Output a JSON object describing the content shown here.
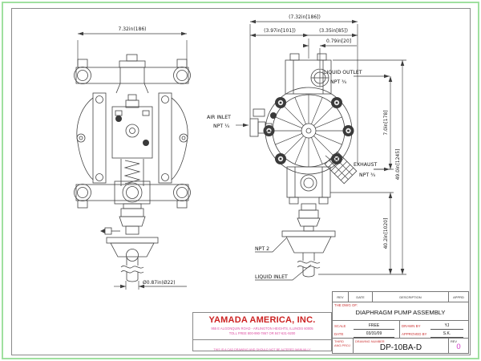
{
  "colors": {
    "frame_green": "#9fe09f",
    "line": "#434343",
    "label_red": "#cc3333",
    "company_red": "#cc2222",
    "magenta": "#dd4fa2",
    "rev_magenta": "#d23cc8"
  },
  "front_view": {
    "width_dim": "7.32in(186)",
    "pipe_dia_dim": "Ø0.87in(Ø22)"
  },
  "side_view": {
    "overall_width_dim": "(7.32in[186])",
    "left_width_dim": "(3.97in[101])",
    "right_width_dim": "(3.35in[85])",
    "outlet_offset_dim": "0.79in[20]",
    "outlet_to_exhaust_dim": "7.0in[178]",
    "overall_height_dim": "49.0in[1245]",
    "suction_tube_dim": "40.2in[1020]",
    "liquid_outlet_label": "LIQUID OUTLET",
    "liquid_outlet_npt": "NPT ¾",
    "air_inlet_label": "AIR INLET",
    "air_inlet_npt": "NPT ¼",
    "exhaust_label": "EXHAUST",
    "exhaust_npt": "NPT ¾",
    "npt2_label": "NPT 2",
    "liquid_inlet_label": "LIQUID INLET"
  },
  "title_block": {
    "rev_col": "REV",
    "date_col": "DATE",
    "description_col": "DESCRIPTION",
    "apprd_col": "APPRD",
    "dwg_of_label": "THE DWG OF:",
    "title": "DIAPHRAGM PUMP ASSEMBLY",
    "scale_label": "SCALE",
    "scale_value": "FREE",
    "date_label": "DATE",
    "date_value": "03/31/09",
    "drawn_by_label": "DRAWN BY",
    "drawn_by_value": "YJ",
    "approved_by_label": "APPROVED BY",
    "approved_by_value": "S.K.",
    "projection_label_1": "THIRD",
    "projection_label_2": "ANG.PROJ",
    "drawing_number_label": "DRAWING NUMBER",
    "drawing_number": "DP-10BA-D",
    "rev_label": "REV",
    "rev_value": "0"
  },
  "company": {
    "name": "YAMADA AMERICA, INC.",
    "address": "955 E ALGONQUIN ROAD - ARLINGTON HEIGHTS, ILLINOIS 60005",
    "phone": "TOLL FREE 800-990-7867 OR 847-631-9200",
    "notice": "THIS IS A CAD DRAWING AND SHOULD NOT BE ALTERED MANUALLY"
  }
}
